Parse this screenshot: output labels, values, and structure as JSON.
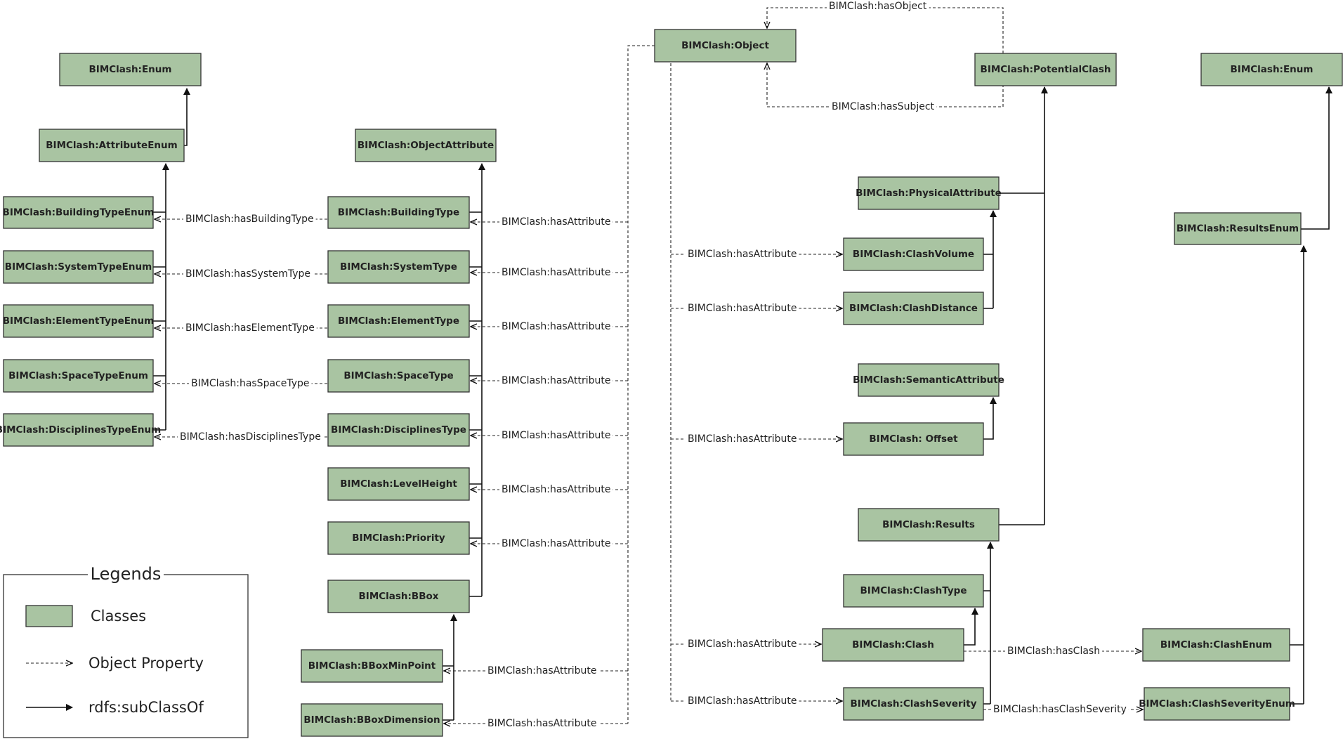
{
  "classes": {
    "enum_left": "BIMClash:Enum",
    "attribute_enum": "BIMClash:AttributeEnum",
    "building_type_enum": "BIMClash:BuildingTypeEnum",
    "system_type_enum": "BIMClash:SystemTypeEnum",
    "element_type_enum": "BIMClash:ElementTypeEnum",
    "space_type_enum": "BIMClash:SpaceTypeEnum",
    "disciplines_type_enum": "BIMClash:DisciplinesTypeEnum",
    "object_attribute": "BIMClash:ObjectAttribute",
    "building_type": "BIMClash:BuildingType",
    "system_type": "BIMClash:SystemType",
    "element_type": "BIMClash:ElementType",
    "space_type": "BIMClash:SpaceType",
    "disciplines_type": "BIMClash:DisciplinesType",
    "level_height": "BIMClash:LevelHeight",
    "priority": "BIMClash:Priority",
    "bbox": "BIMClash:BBox",
    "bbox_min_point": "BIMClash:BBoxMinPoint",
    "bbox_dimension": "BIMClash:BBoxDimension",
    "object": "BIMClash:Object",
    "potential_clash": "BIMClash:PotentialClash",
    "enum_right": "BIMClash:Enum",
    "physical_attribute": "BIMClash:PhysicalAttribute",
    "clash_volume": "BIMClash:ClashVolume",
    "clash_distance": "BIMClash:ClashDistance",
    "semantic_attribute": "BIMClash:SemanticAttribute",
    "offset": "BIMClash: Offset",
    "results": "BIMClash:Results",
    "results_enum": "BIMClash:ResultsEnum",
    "clash_type": "BIMClash:ClashType",
    "clash": "BIMClash:Clash",
    "clash_enum": "BIMClash:ClashEnum",
    "clash_severity": "BIMClash:ClashSeverity",
    "clash_severity_enum": "BIMClash:ClashSeverityEnum"
  },
  "properties": {
    "has_object": "BIMClash:hasObject",
    "has_subject": "BIMClash:hasSubject",
    "has_building_type": "BIMClash:hasBuildingType",
    "has_system_type": "BIMClash:hasSystemType",
    "has_element_type": "BIMClash:hasElementType",
    "has_space_type": "BIMClash:hasSpaceType",
    "has_disciplines_type": "BIMClash:hasDisciplinesType",
    "has_attribute": "BIMClash:hasAttribute",
    "has_clash": "BIMClash:hasClash",
    "has_clash_severity": "BIMClash:hasClashSeverity"
  },
  "legend": {
    "title": "Legends",
    "classes": "Classes",
    "object_property": "Object Property",
    "subclass_of": "rdfs:subClassOf"
  },
  "colors": {
    "class_fill": "#a9c4a2",
    "class_stroke": "#333333",
    "line": "#111111"
  }
}
